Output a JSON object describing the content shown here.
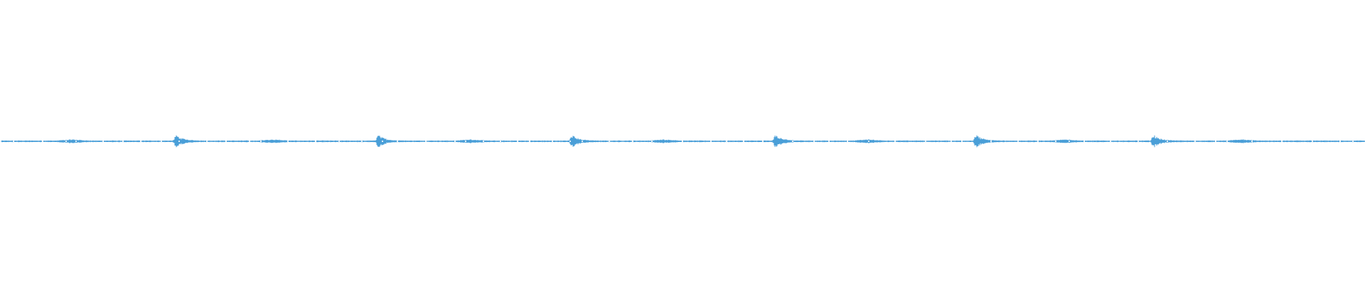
{
  "waveform": {
    "color": "#4a9fd8",
    "transient_positions": [
      0.129,
      0.277,
      0.419,
      0.568,
      0.715,
      0.845
    ],
    "minor_positions": [
      0.053,
      0.2,
      0.345,
      0.487,
      0.636,
      0.781,
      0.91
    ],
    "transient_strength": 1.0,
    "minor_strength": 0.2
  }
}
